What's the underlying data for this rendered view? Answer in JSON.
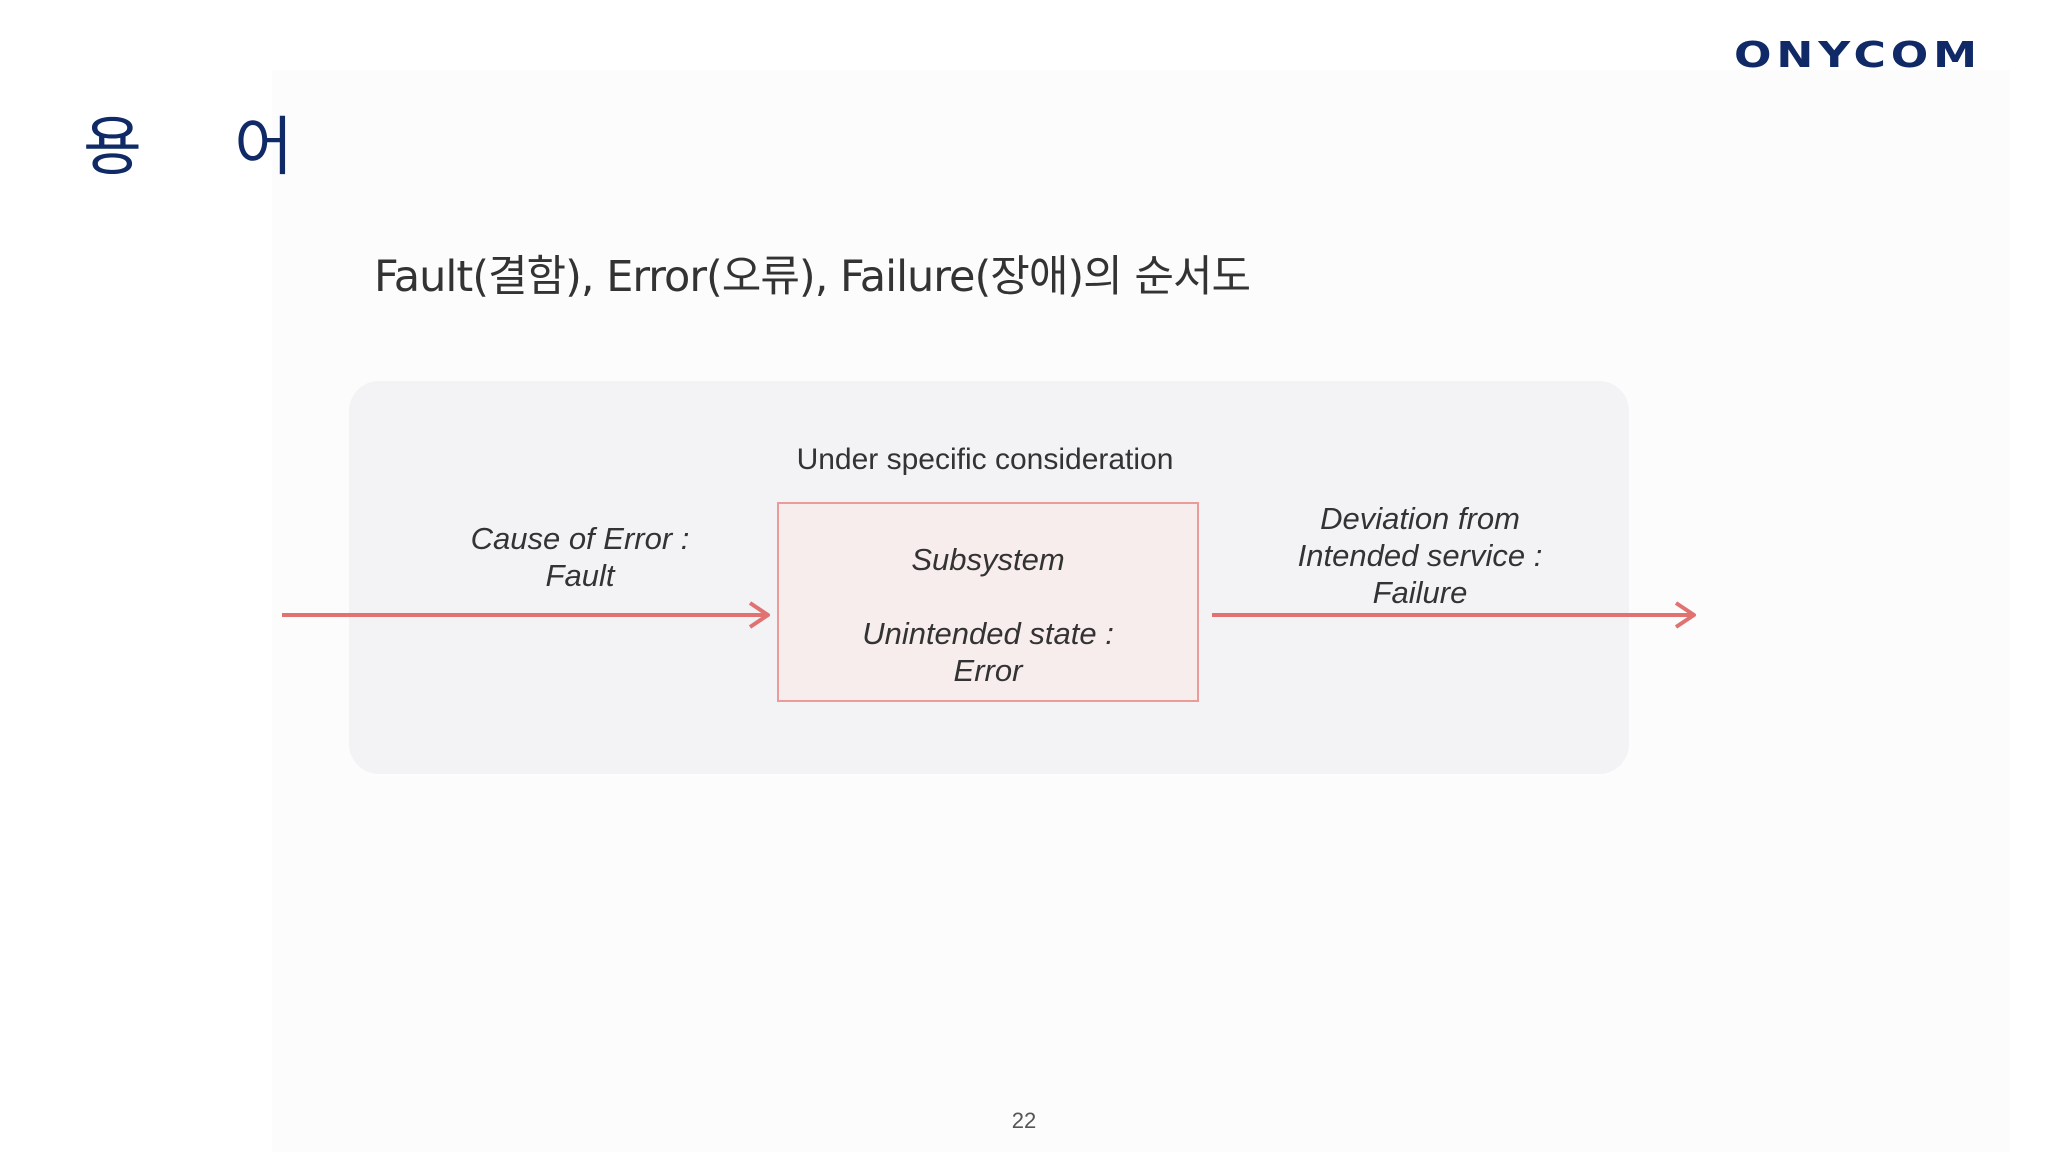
{
  "header": {
    "title": "용 어",
    "logo_text": "ONYCOM"
  },
  "subtitle": "Fault(결함), Error(오류), Failure(장애)의 순서도",
  "diagram": {
    "caption": "Under specific consideration",
    "subsystem_label": "Subsystem",
    "state_line1": "Unintended state :",
    "state_line2": "Error",
    "cause_line1": "Cause of Error :",
    "cause_line2": "Fault",
    "deviation_line1": "Deviation from",
    "deviation_line2": "Intended service :",
    "deviation_line3": "Failure"
  },
  "footer": {
    "page_number": "22"
  },
  "colors": {
    "heading": "#0f2a66",
    "arrow": "#e07272",
    "box_border": "#ec9b9b",
    "panel": "#f3f2f5"
  }
}
